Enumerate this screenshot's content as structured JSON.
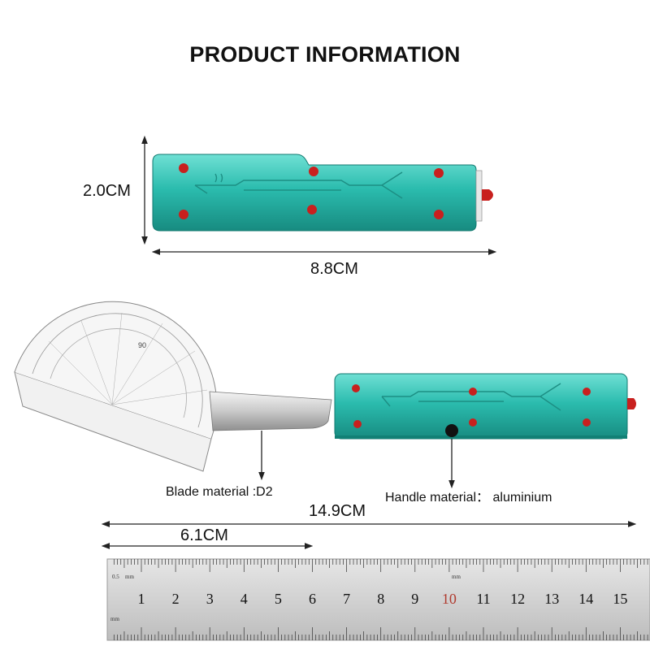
{
  "title": "PRODUCT INFORMATION",
  "dimensions": {
    "handle_width": "2.0CM",
    "handle_length": "8.8CM",
    "total_length": "14.9CM",
    "blade_length": "6.1CM"
  },
  "captions": {
    "blade_material": "Blade material :D2",
    "handle_material": "Handle material： aluminium"
  },
  "ruler": {
    "unit_top": "mm",
    "unit_bottom": "mm",
    "start_mark": "0.5",
    "numbers": [
      "1",
      "2",
      "3",
      "4",
      "5",
      "6",
      "7",
      "8",
      "9",
      "10",
      "11",
      "12",
      "13",
      "14",
      "15"
    ],
    "highlight_number": "10"
  },
  "protractor": {
    "mark_90": "90"
  },
  "colors": {
    "handle": "#2bbcae",
    "handle_dark": "#1a8e83",
    "screw": "#c8201e",
    "ruler_body": "#d9d9d9",
    "ruler_highlight": "#b03a2e",
    "text": "#111111"
  }
}
